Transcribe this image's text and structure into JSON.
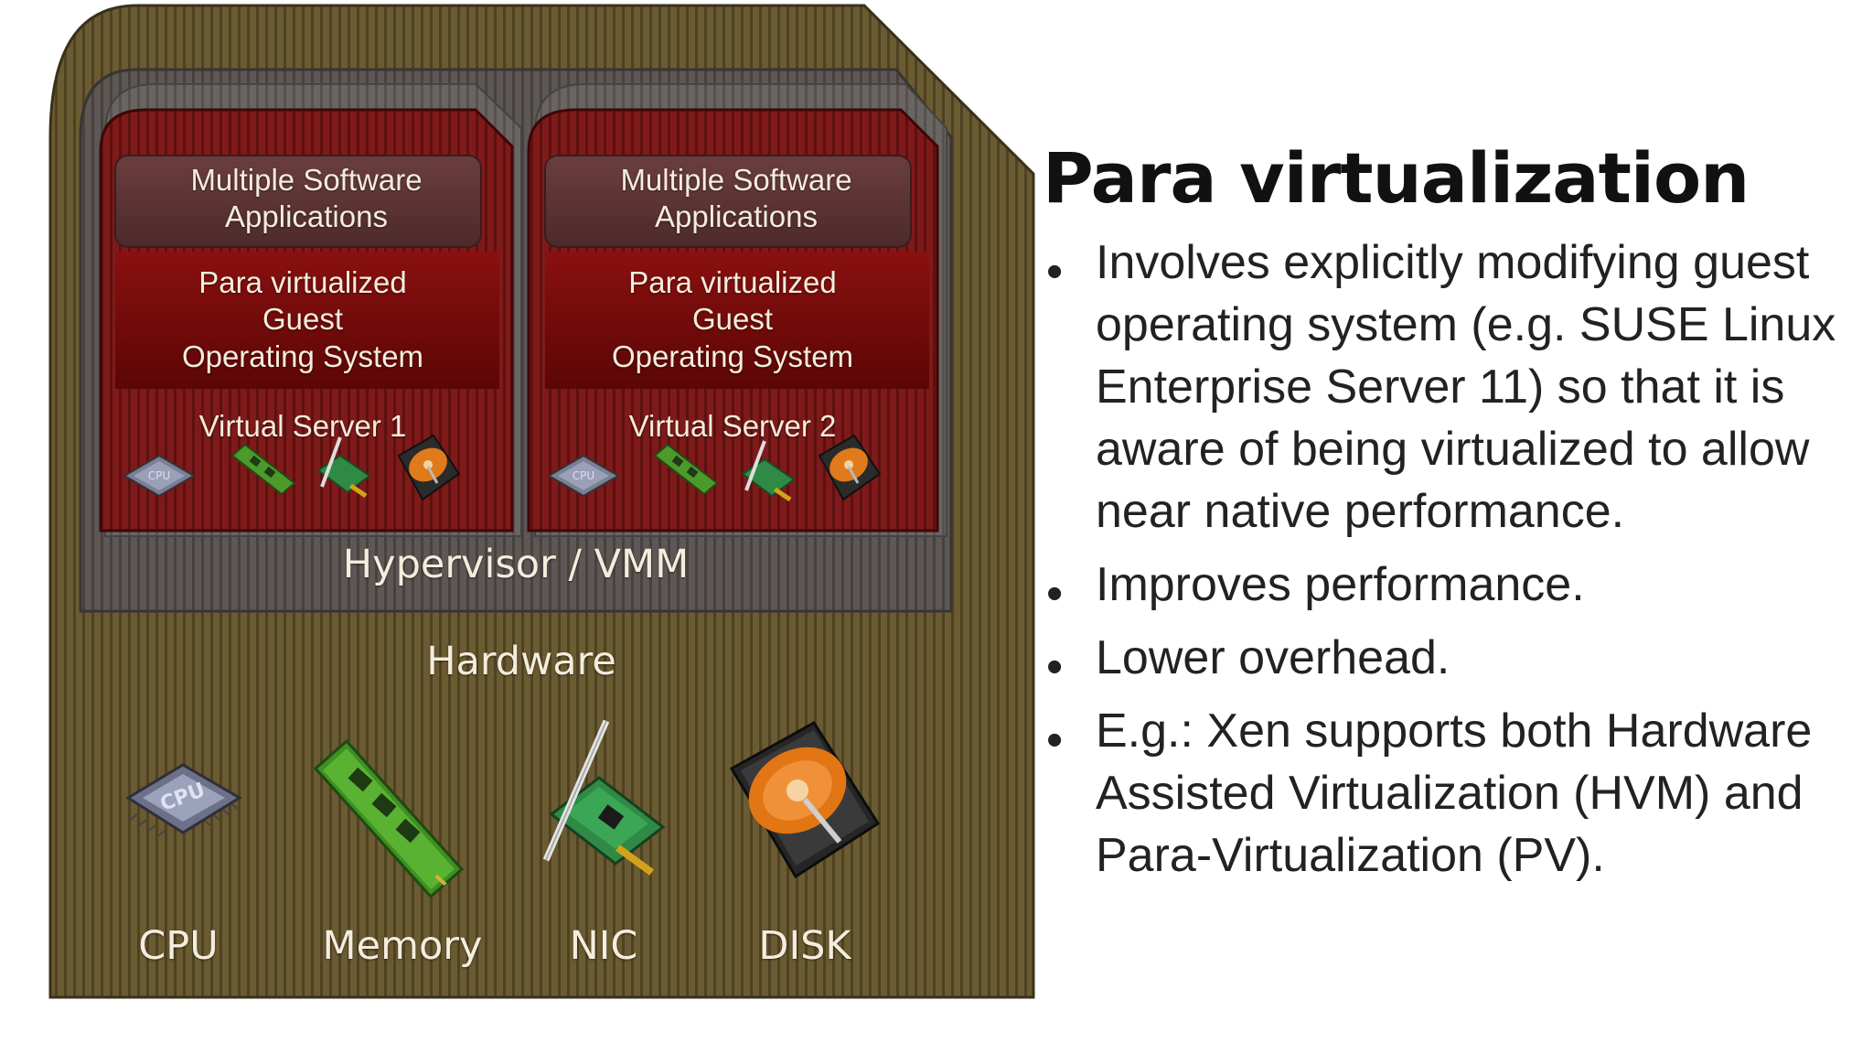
{
  "title": "Para virtualization",
  "bullets": [
    "Involves explicitly modifying guest operating system (e.g. SUSE Linux Enterprise Server 11) so that it is aware of being virtualized to allow near native performance.",
    "Improves performance.",
    "Lower overhead.",
    "E.g.:  Xen supports both Hardware Assisted Virtualization (HVM) and Para-Virtualization (PV)."
  ],
  "diagram": {
    "vm1": {
      "apps": [
        "Multiple Software",
        "Applications"
      ],
      "os": [
        "Para virtualized",
        "Guest",
        "Operating System"
      ],
      "server": "Virtual Server 1"
    },
    "vm2": {
      "apps": [
        "Multiple Software",
        "Applications"
      ],
      "os": [
        "Para virtualized",
        "Guest",
        "Operating System"
      ],
      "server": "Virtual Server 2"
    },
    "hypervisor": "Hypervisor / VMM",
    "hardware": "Hardware",
    "components": [
      "CPU",
      "Memory",
      "NIC",
      "DISK"
    ],
    "icons": [
      "cpu-chip-icon",
      "memory-module-icon",
      "network-card-icon",
      "hard-disk-icon"
    ],
    "colors": {
      "hardware_bg": "#6b5b32",
      "hypervisor_bg": "#5a5554",
      "vm_bg": "#7a1212",
      "label_text": "#f4ecdc"
    }
  }
}
